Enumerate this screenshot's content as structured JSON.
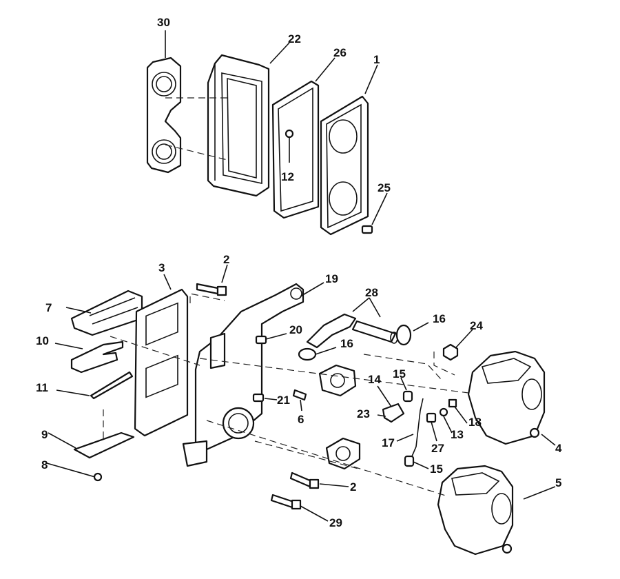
{
  "diagram": {
    "callouts": {
      "c30": "30",
      "c22": "22",
      "c26": "26",
      "c1": "1",
      "c12": "12",
      "c25": "25",
      "c3": "3",
      "c2a": "2",
      "c19": "19",
      "c28": "28",
      "c16a": "16",
      "c24": "24",
      "c7": "7",
      "c20": "20",
      "c10": "10",
      "c16b": "16",
      "c11": "11",
      "c14": "14",
      "c15a": "15",
      "c21": "21",
      "c6": "6",
      "c23": "23",
      "c18": "18",
      "c13": "13",
      "c4": "4",
      "c27": "27",
      "c17": "17",
      "c9": "9",
      "c15b": "15",
      "c8": "8",
      "c5": "5",
      "c2b": "2",
      "c29": "29"
    }
  }
}
